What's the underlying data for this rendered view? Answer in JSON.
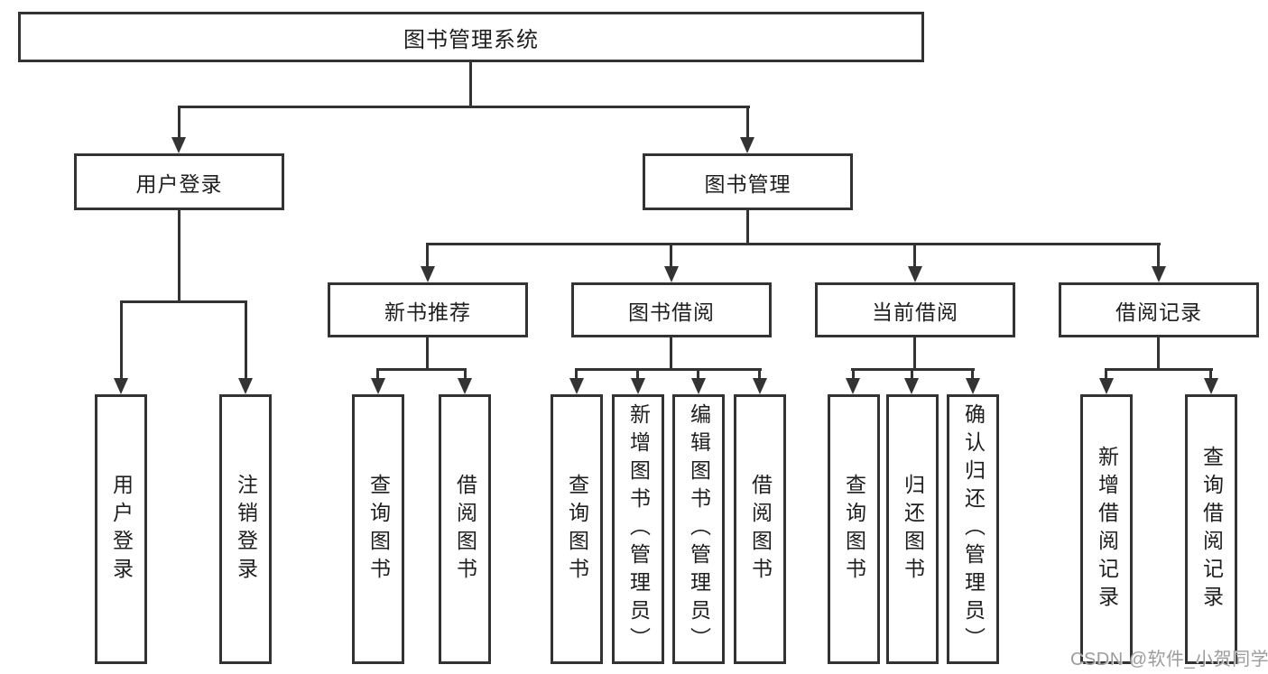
{
  "diagram": {
    "root": "图书管理系统",
    "level1": {
      "user_login": "用户登录",
      "book_management": "图书管理"
    },
    "level2": {
      "new_book_recommend": "新书推荐",
      "book_borrow": "图书借阅",
      "current_borrow": "当前借阅",
      "borrow_records": "借阅记录"
    },
    "leaves": {
      "user_login": "用户登录",
      "logout": "注销登录",
      "query_books_1": "查询图书",
      "borrow_books_1": "借阅图书",
      "query_books_2": "查询图书",
      "add_books_admin": "新增图书（管理员）",
      "edit_books_admin": "编辑图书（管理员）",
      "borrow_books_2": "借阅图书",
      "query_books_3": "查询图书",
      "return_books": "归还图书",
      "confirm_return_admin": "确认归还（管理员）",
      "add_borrow_record": "新增借阅记录",
      "query_borrow_record": "查询借阅记录"
    }
  },
  "watermark": "CSDN @软件_小贺同学",
  "colors": {
    "line": "#333333",
    "text": "#1e1e1e",
    "watermark": "#9c9c9c",
    "background": "#ffffff"
  }
}
